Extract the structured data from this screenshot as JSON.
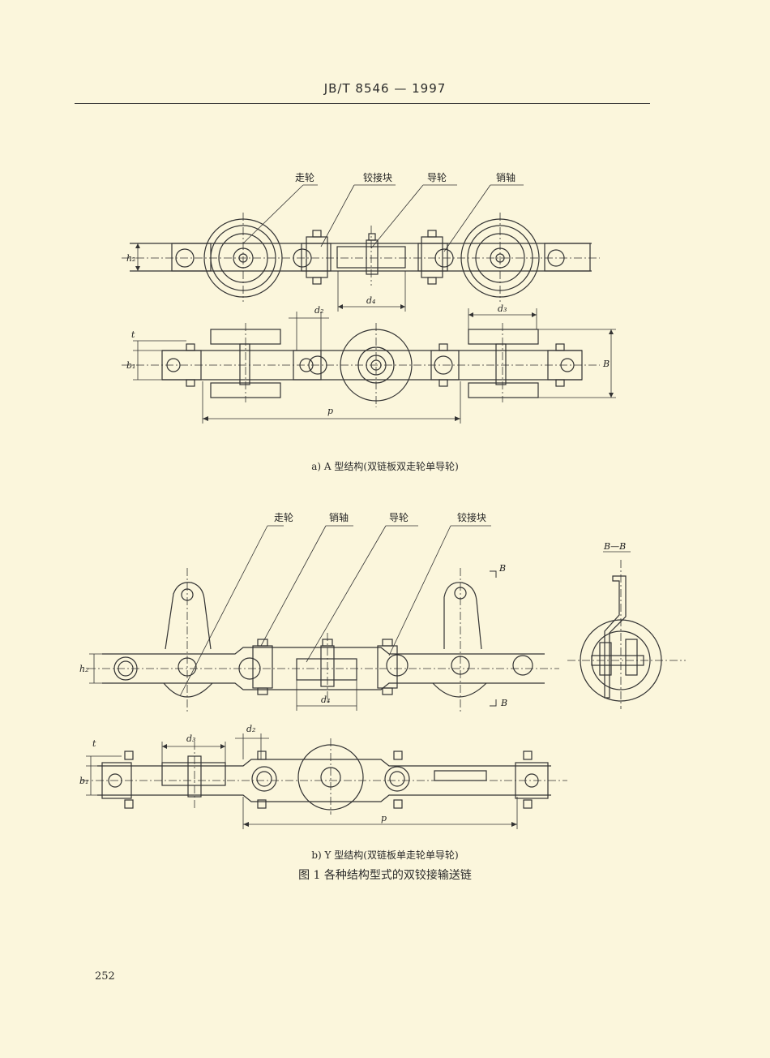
{
  "header": "JB/T  8546 — 1997",
  "fig_a": {
    "labels": [
      "走轮",
      "铰接块",
      "导轮",
      "销轴"
    ],
    "dims": {
      "h2": "h₂",
      "d4": "d₄",
      "d2": "d₂",
      "d3": "d₃",
      "t": "t",
      "b1": "b₁",
      "B": "B",
      "p": "p"
    },
    "caption": "a) A 型结构(双链板双走轮单导轮)"
  },
  "fig_b": {
    "labels": [
      "走轮",
      "销轴",
      "导轮",
      "铰接块"
    ],
    "section": "B—B",
    "section_mark": "B",
    "dims": {
      "h2": "h₂",
      "d4": "d₄",
      "d3": "d₃",
      "d2": "d₂",
      "t": "t",
      "b1": "b₁",
      "p": "p"
    },
    "caption": "b) Y 型结构(双链板单走轮单导轮)"
  },
  "figure_title": "图 1   各种结构型式的双铰接输送链",
  "page_number": "252"
}
